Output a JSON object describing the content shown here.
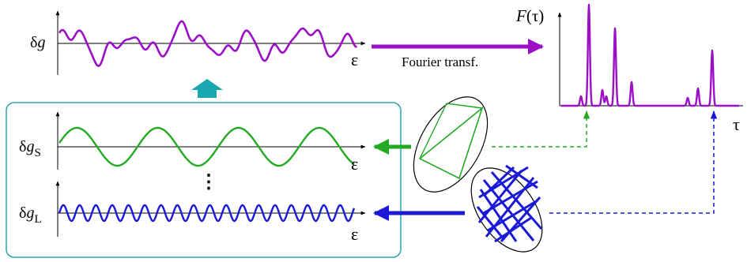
{
  "colors": {
    "purple": "#9b0fc6",
    "green": "#22aa22",
    "blue": "#1a1ad6",
    "teal": "#1aa8b0",
    "frame": "#2aa6b4",
    "axis": "#000000"
  },
  "top_signal": {
    "y_label_prefix": "δ",
    "y_label_var": "g",
    "x_label": "ε"
  },
  "middle_signal": {
    "y_label_prefix": "δ",
    "y_label_var": "g",
    "y_label_sub": "S",
    "x_label": "ε"
  },
  "bottom_signal": {
    "y_label_prefix": "δ",
    "y_label_var": "g",
    "y_label_sub": "L",
    "x_label": "ε"
  },
  "arrow_label": "Fourier transf.",
  "spectrum": {
    "y_label_var": "F",
    "y_label_rest": "(τ)",
    "x_label": "τ"
  },
  "ellipsis": "⋮",
  "icons": {
    "short_orbit": "triangle-orbit-in-ellipse-icon",
    "long_orbit": "long-orbit-in-ellipse-icon"
  }
}
